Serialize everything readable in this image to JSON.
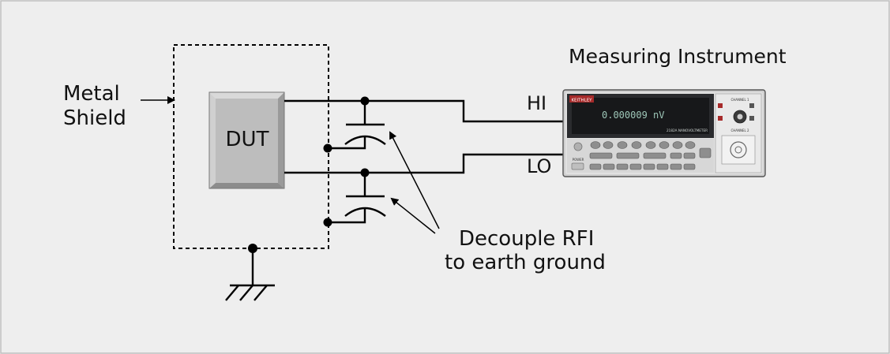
{
  "labels": {
    "metal_shield_line1": "Metal",
    "metal_shield_line2": "Shield",
    "dut": "DUT",
    "hi": "HI",
    "lo": "LO",
    "measuring_instrument": "Measuring Instrument",
    "decouple_line1": "Decouple RFI",
    "decouple_line2": "to earth ground"
  },
  "instrument": {
    "brand": "KEITHLEY",
    "display_reading": "0.000009 nV",
    "model": "2182A NANOVOLTMETER",
    "power_label": "POWER",
    "channel1_label": "CHANNEL 1",
    "channel2_label": "CHANNEL 2"
  },
  "colors": {
    "background": "#eeeeee",
    "border": "#bdbdbd",
    "dut_fill": "#bdbdbd",
    "dut_highlight": "#d8d8d8",
    "instrument_panel": "#dcdcdc",
    "instrument_display": "#17181a",
    "display_text": "#9ec7b8",
    "brand_badge": "#a62a2a"
  }
}
